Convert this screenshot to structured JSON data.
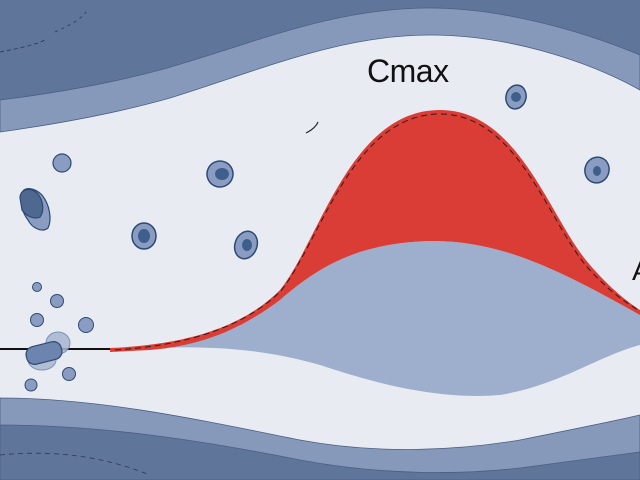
{
  "diagram": {
    "title_label": "Cmax",
    "edge_label": "A",
    "colors": {
      "background": "#e8ecf2",
      "outer_band": "#5f7599",
      "inner_band": "#8799bb",
      "peak_fill": "#d93d35",
      "body_fill": "#9eaecd",
      "cell_fill": "#8a9cc2",
      "cell_nucleus": "#3e5f8c",
      "cell_outline": "#2d4a73",
      "baseline": "#111111"
    },
    "elements": {
      "peak_curve": "Red concentration peak curve with dashed outline",
      "body_curve": "Light blue area under curve",
      "baseline": "Black horizontal baseline at left",
      "vessel_walls": "Layered blue bands at top and bottom",
      "cells": "Scattered oval blue cells with dark nuclei",
      "particles": "Small blue circular particles near left"
    }
  }
}
